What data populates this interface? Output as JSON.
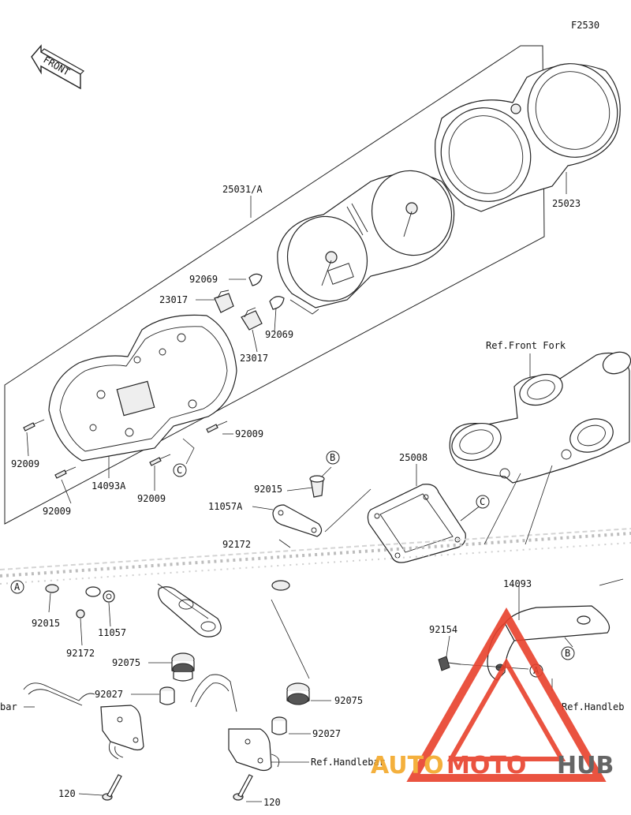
{
  "figure_code": "F2530",
  "front_label": "FRONT",
  "callouts": {
    "p25031a": "25031/A",
    "p25023": "25023",
    "p92069_top": "92069",
    "p92069_mid": "92069",
    "p23017_top": "23017",
    "p23017_mid": "23017",
    "p92009_a": "92009",
    "p92009_b": "92009",
    "p92009_c": "92009",
    "p92009_d": "92009",
    "p14093a": "14093A",
    "p25008": "25008",
    "p92015_top": "92015",
    "p11057a": "11057A",
    "p92172_top": "92172",
    "p92015_left": "92015",
    "p92172_left": "92172",
    "p11057": "11057",
    "p92075_left": "92075",
    "p92075_right": "92075",
    "p92027_left": "92027",
    "p92027_right": "92027",
    "p120_left": "120",
    "p120_right": "120",
    "p92154": "92154",
    "p14093_clip": "14093"
  },
  "refs": {
    "front_fork": "Ref.Front Fork",
    "handlebar_center": "Ref.Handlebar",
    "handlebar_right": "Ref.Handleb",
    "handlebar_left": "bar"
  },
  "markers": {
    "a1": "A",
    "a2": "A",
    "b1": "B",
    "b2": "B",
    "c1": "C",
    "c2": "C"
  },
  "watermark": {
    "part1": "AUTO",
    "part2": "MOTO",
    "part3": "HUB",
    "colors": {
      "auto": "#f3a829",
      "moto": "#e8412c",
      "hub": "#555555",
      "triangle": "#e8412c"
    }
  }
}
